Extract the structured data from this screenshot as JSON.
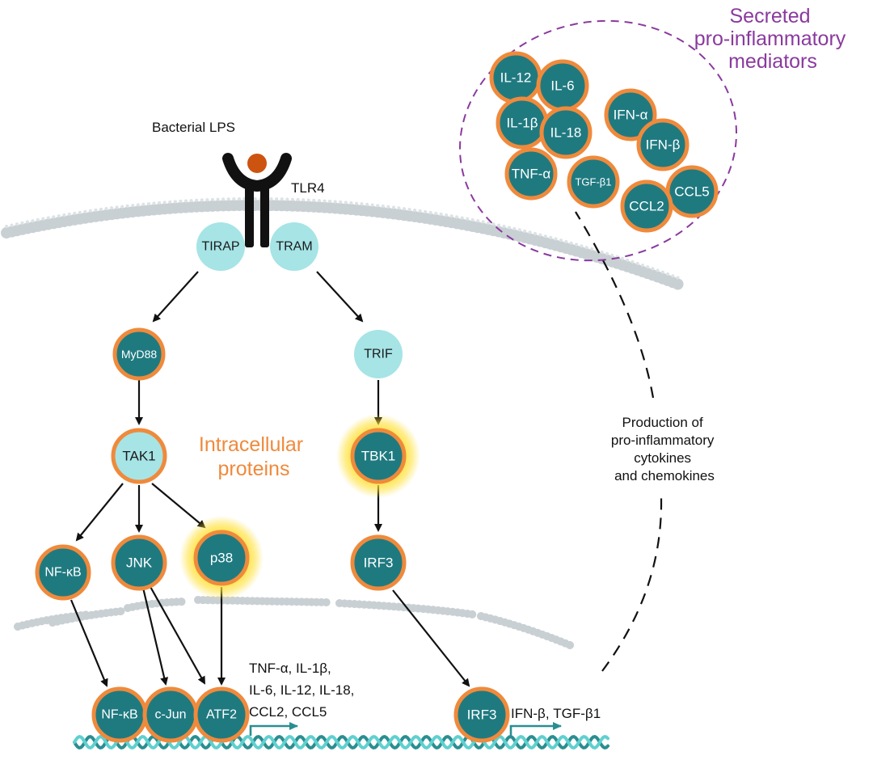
{
  "colors": {
    "teal_node": "#1f7a80",
    "light_node": "#a6e4e6",
    "orange_ring": "#ef8a3c",
    "glow": "#ffe033",
    "purple": "#8a3a9e",
    "membrane": "#c9d0d3",
    "dna_teal": "#2a8e90",
    "dna_light": "#5fd0cf",
    "receptor": "#111111",
    "lps_ball": "#cc5410"
  },
  "labels": {
    "bacterial_lps": "Bacterial LPS",
    "tlr4": "TLR4",
    "intracellular": [
      "Intracellular",
      "proteins"
    ],
    "secreted": [
      "Secreted",
      "pro-inflammatory",
      "mediators"
    ],
    "production": [
      "Production of",
      "pro-inflammatory",
      "cytokines",
      "and chemokines"
    ],
    "genes_left": [
      "TNF-α, IL-1β,",
      "IL-6, IL-12, IL-18,",
      "CCL2, CCL5"
    ],
    "genes_right": "IFN-β, TGF-β1"
  },
  "nodes": {
    "tirap": "TIRAP",
    "tram": "TRAM",
    "myd88": "MyD88",
    "trif": "TRIF",
    "tak1": "TAK1",
    "tbk1": "TBK1",
    "nfkb": "NF-κB",
    "jnk": "JNK",
    "p38": "p38",
    "irf3": "IRF3",
    "nfkb_tf": "NF-κB",
    "cjun_tf": "c-Jun",
    "atf2_tf": "ATF2",
    "irf3_tf": "IRF3"
  },
  "secreted_items": {
    "il12": "IL-12",
    "il6": "IL-6",
    "il1b": "IL-1β",
    "il18": "IL-18",
    "tnfa": "TNF-α",
    "tgfb1": "TGF-β1",
    "ifna": "IFN-α",
    "ifnb": "IFN-β",
    "ccl2": "CCL2",
    "ccl5": "CCL5"
  }
}
